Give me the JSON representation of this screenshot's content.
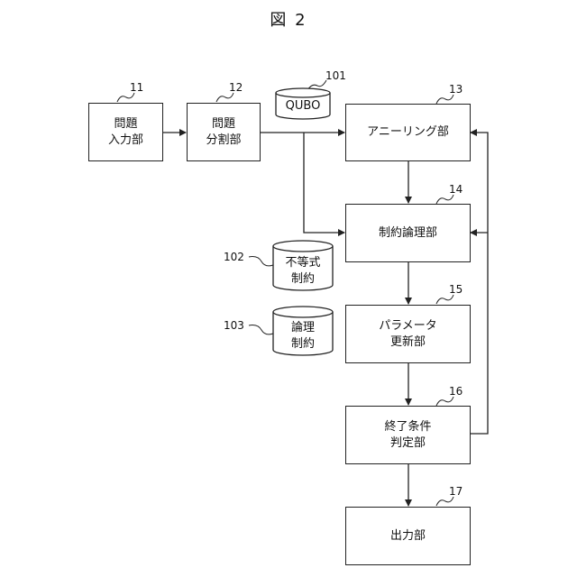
{
  "figure": {
    "title": "図 2"
  },
  "blocks": {
    "b11": {
      "number": "11",
      "lines": [
        "問題",
        "入力部"
      ]
    },
    "b12": {
      "number": "12",
      "lines": [
        "問題",
        "分割部"
      ]
    },
    "b13": {
      "number": "13",
      "lines": [
        "アニーリング部"
      ]
    },
    "b14": {
      "number": "14",
      "lines": [
        "制約論理部"
      ]
    },
    "b15": {
      "number": "15",
      "lines": [
        "パラメータ",
        "更新部"
      ]
    },
    "b16": {
      "number": "16",
      "lines": [
        "終了条件",
        "判定部"
      ]
    },
    "b17": {
      "number": "17",
      "lines": [
        "出力部"
      ]
    }
  },
  "stores": {
    "s101": {
      "number": "101",
      "lines": [
        "QUBO"
      ]
    },
    "s102": {
      "number": "102",
      "lines": [
        "不等式",
        "制約"
      ]
    },
    "s103": {
      "number": "103",
      "lines": [
        "論理",
        "制約"
      ]
    }
  }
}
